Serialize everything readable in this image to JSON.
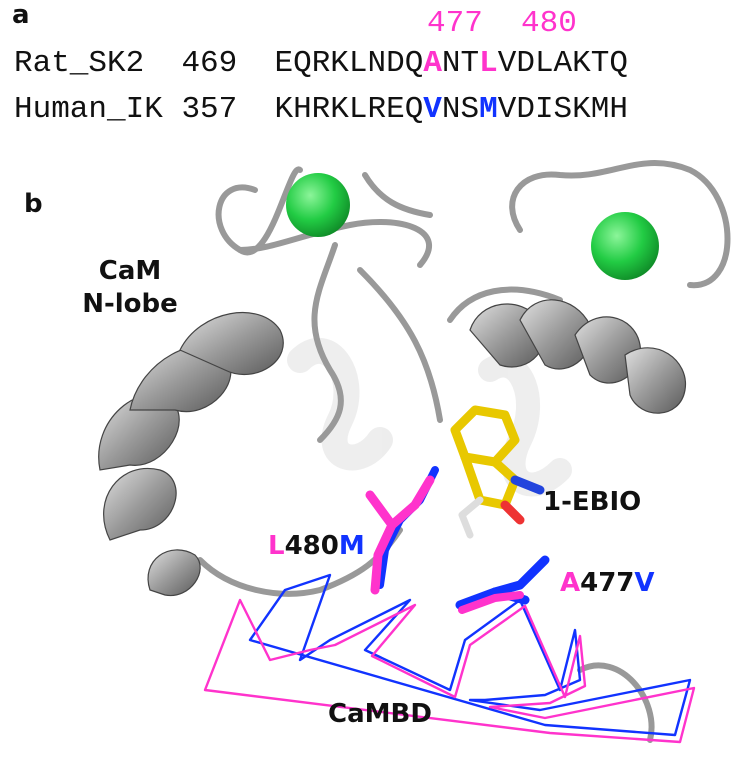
{
  "panel_a": {
    "label": "a",
    "positions": [
      "477",
      "480"
    ],
    "rows": [
      {
        "name": "Rat_SK2",
        "start": "469",
        "seq_pre": "EQRKLNDQ",
        "res1": "A",
        "seq_mid": "NT",
        "res2": "L",
        "seq_post": "VDLAKTQ",
        "color": "#ff33cc"
      },
      {
        "name": "Human_IK",
        "start": "357",
        "seq_pre": "KHRKLREQ",
        "res1": "V",
        "seq_mid": "NS",
        "res2": "M",
        "seq_post": "VDISKMH",
        "color": "#1133ff"
      }
    ]
  },
  "panel_b": {
    "label": "b",
    "cam_label_line1": "CaM",
    "cam_label_line2": "N-lobe",
    "ligand_label": "1-EBIO",
    "mut1": {
      "from": "L",
      "num": "480",
      "to": "M"
    },
    "mut2": {
      "from": "A",
      "num": "477",
      "to": "V"
    },
    "camdb_label": "CaMBD"
  },
  "colors": {
    "sk2": "#ff33cc",
    "ik": "#1133ff",
    "calcium": "#22cc44",
    "ligand": "#e8c800",
    "ribbon": "#9a9a9a"
  }
}
